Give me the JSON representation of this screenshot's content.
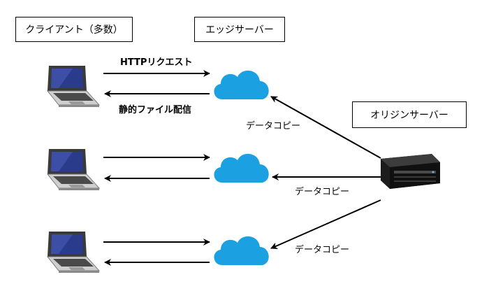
{
  "headers": {
    "clients": "クライアント（多数）",
    "edge": "エッジサーバー",
    "origin": "オリジンサーバー"
  },
  "labels": {
    "http_request": "HTTPリクエスト",
    "static_delivery": "静的ファイル配信",
    "copy_1": "データコピー",
    "copy_2": "データコピー",
    "copy_3": "データコピー"
  },
  "icons": {
    "client": "laptop-icon",
    "edge": "cloud-icon",
    "origin": "server-icon"
  },
  "colors": {
    "cloud": "#1ba1e2",
    "line": "#000000"
  }
}
